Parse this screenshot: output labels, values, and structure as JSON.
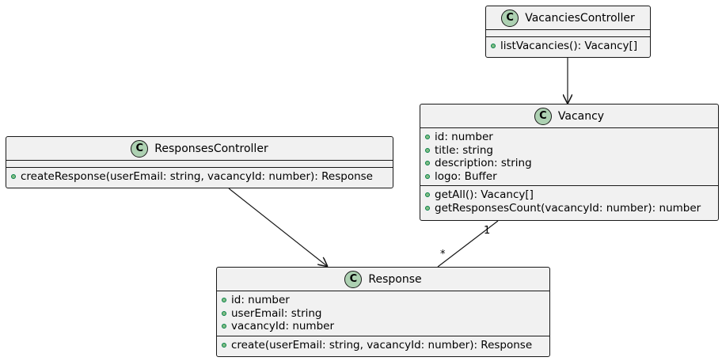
{
  "classes": {
    "vacancies_controller": {
      "icon": "C",
      "name": "VacanciesController",
      "methods": [
        "listVacancies(): Vacancy[]"
      ]
    },
    "vacancy": {
      "icon": "C",
      "name": "Vacancy",
      "fields": [
        "id: number",
        "title: string",
        "description: string",
        "logo: Buffer"
      ],
      "methods": [
        "getAll(): Vacancy[]",
        "getResponsesCount(vacancyId: number): number"
      ]
    },
    "responses_controller": {
      "icon": "C",
      "name": "ResponsesController",
      "methods": [
        "createResponse(userEmail: string, vacancyId: number): Response"
      ]
    },
    "response": {
      "icon": "C",
      "name": "Response",
      "fields": [
        "id: number",
        "userEmail: string",
        "vacancyId: number"
      ],
      "methods": [
        "create(userEmail: string, vacancyId: number): Response"
      ]
    }
  },
  "relations": {
    "vacancy_response": {
      "from_multiplicity": "1",
      "to_multiplicity": "*"
    }
  },
  "colors": {
    "class_fill": "#f1f1f1",
    "border": "#181818",
    "class_icon_fill": "#add1b2",
    "public_marker": "#84be84"
  }
}
